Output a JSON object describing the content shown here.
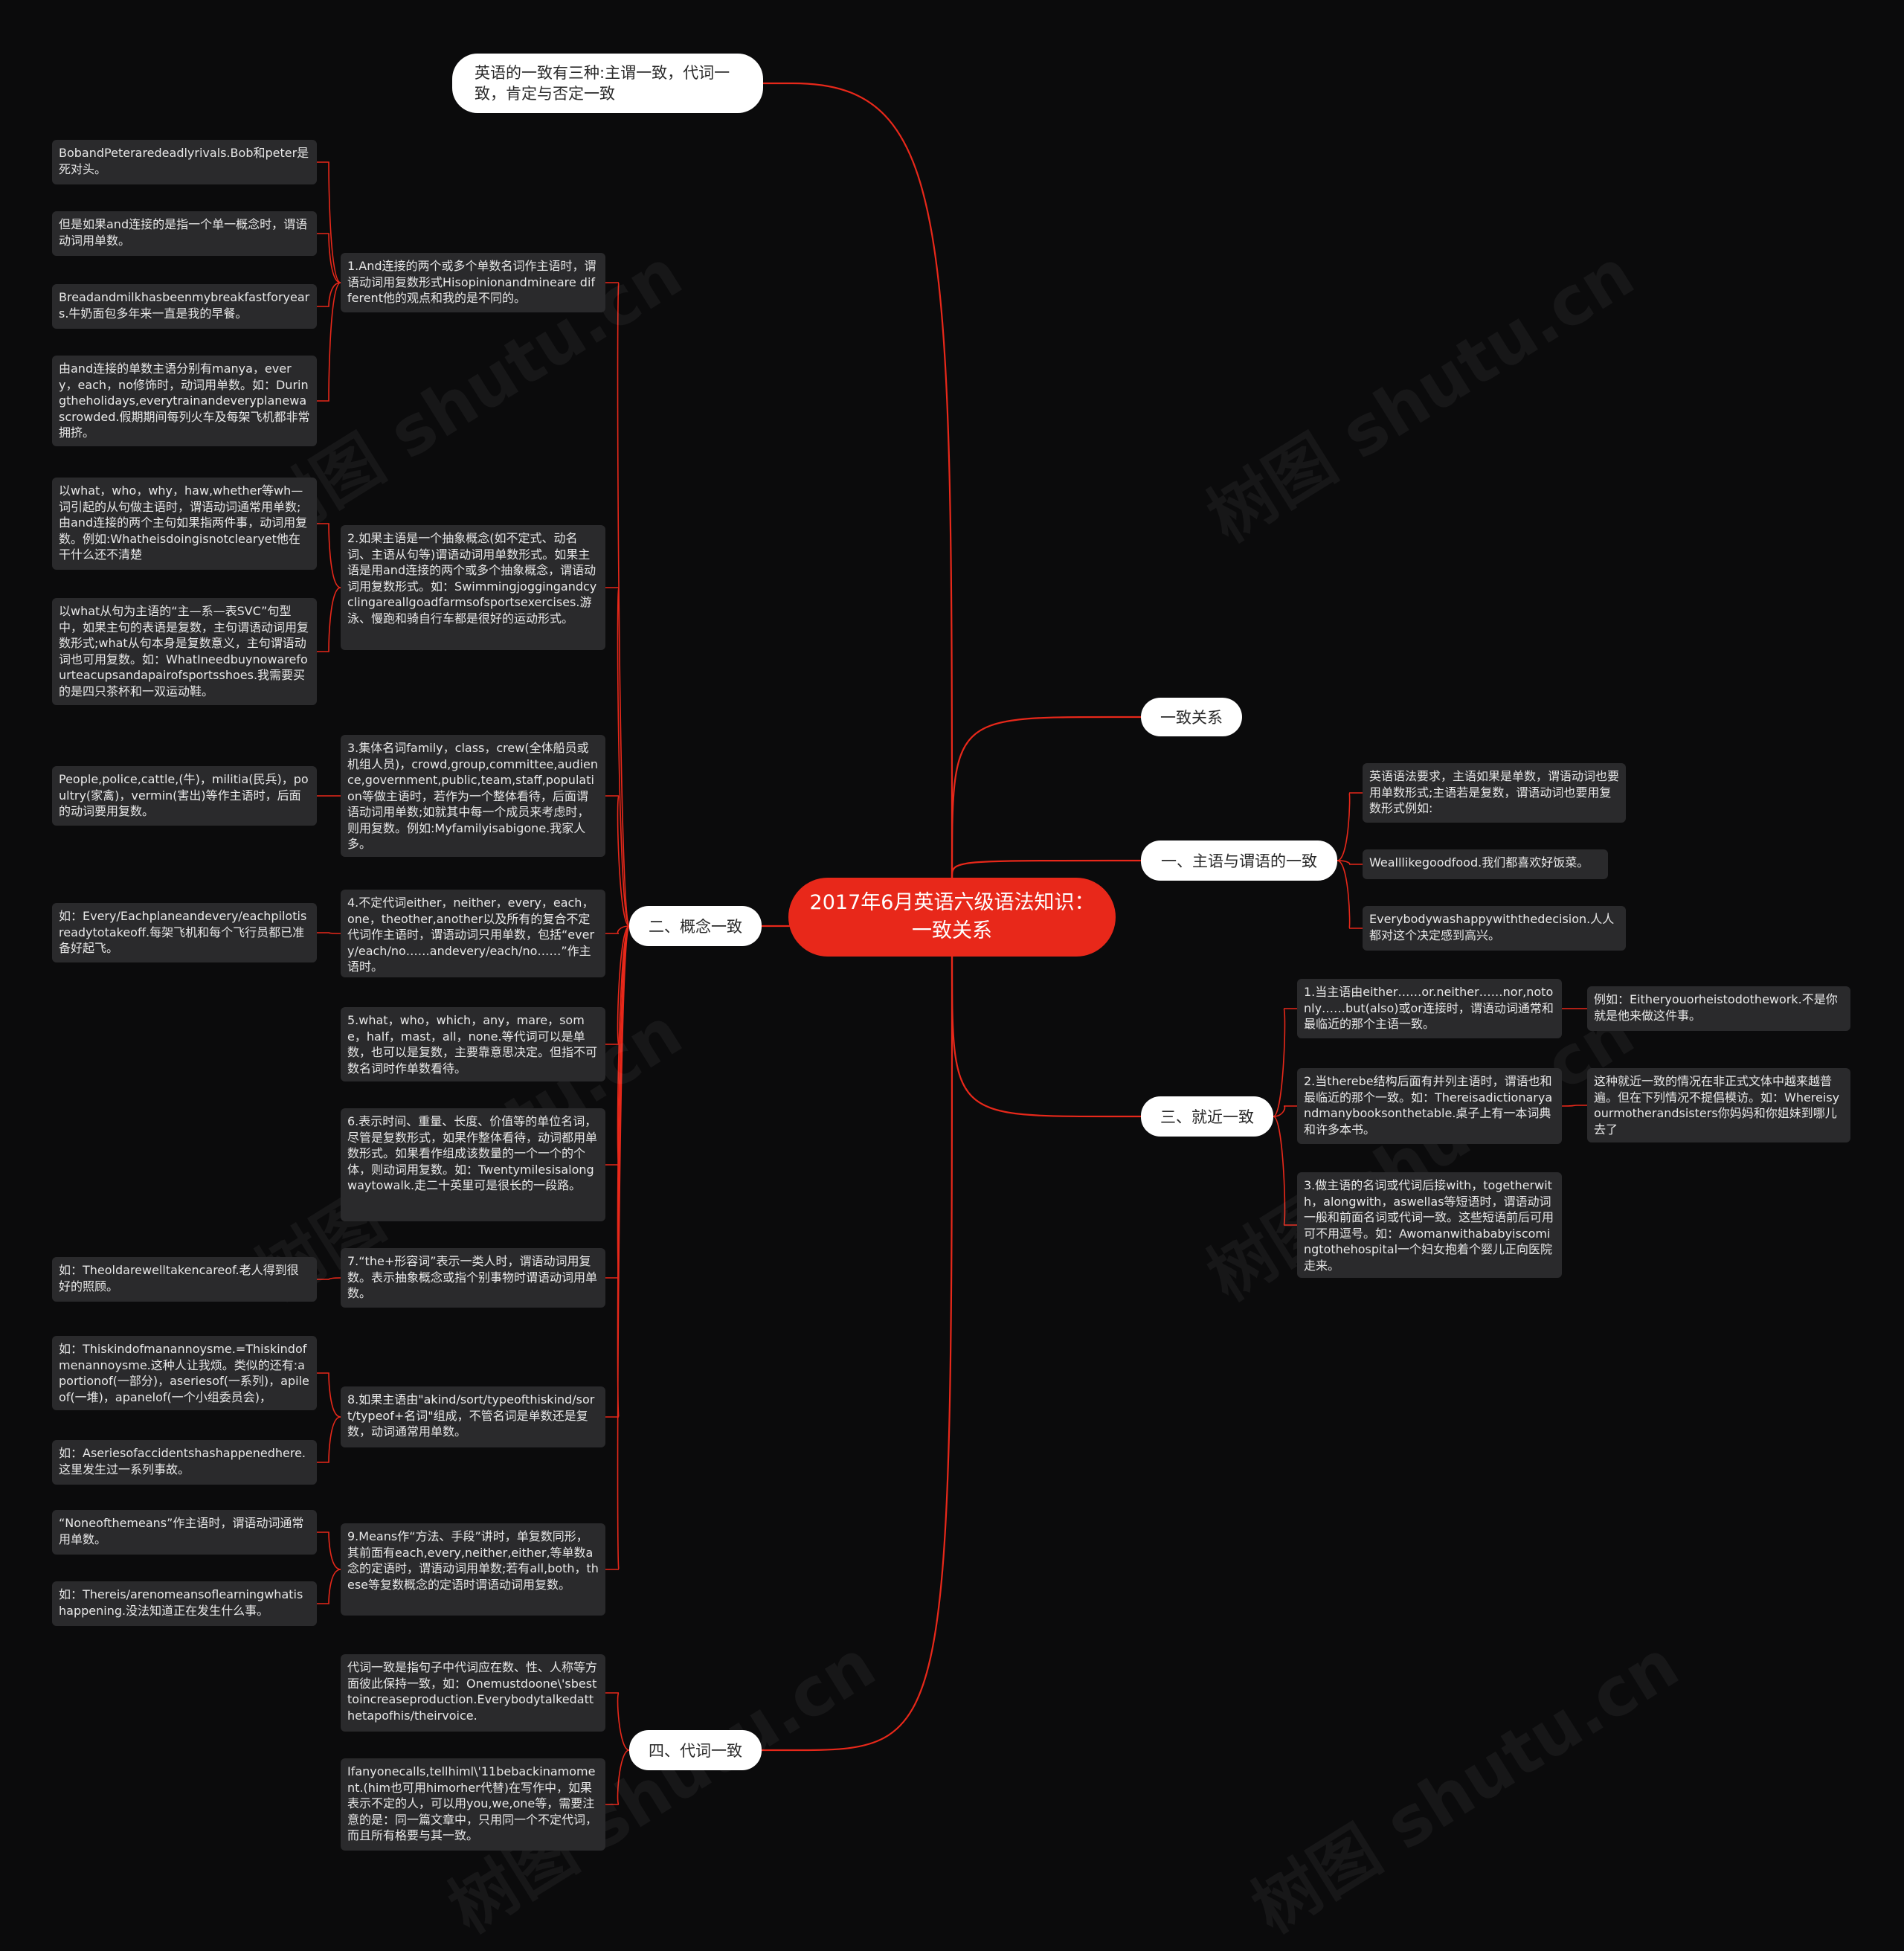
{
  "root": "2017年6月英语六级语法知识：一致关系",
  "topics": {
    "intro": "英语的一致有三种:主谓一致，代词一致，肯定与否定一致",
    "yizhi": "一致关系",
    "zhuwei": "一、主语与谓语的一致",
    "gainian": "二、概念一致",
    "jiujin": "三、就近一致",
    "daici": "四、代词一致"
  },
  "zhuwei_items": [
    "英语语法要求，主语如果是单数，谓语动词也要用单数形式;主语若是复数，谓语动词也要用复数形式例如:",
    "Wealllikegoodfood.我们都喜欢好饭菜。",
    "Everybodywashappywiththedecision.人人都对这个决定感到高兴。"
  ],
  "jiujin_items": [
    "1.当主语由either……or.neither……nor,notonly……but(also)或or连接时，谓语动词通常和最临近的那个主语一致。",
    "2.当therebe结构后面有并列主语时，谓语也和最临近的那个一致。如：Thereisadictionaryandmanybooksonthetable.桌子上有一本词典和许多本书。",
    "3.做主语的名词或代词后接with，togetherwith，alongwith，aswellas等短语时，谓语动词一般和前面名词或代词一致。这些短语前后可用可不用逗号。如：Awomanwithababyiscomingtothehospital一个妇女抱着个婴儿正向医院走来。"
  ],
  "jiujin_notes": [
    "例如：Eitheryouorheistodothework.不是你就是他来做这件事。",
    "这种就近一致的情况在非正式文体中越来越普遍。但在下列情况不提倡模访。如：Whereisyourmotherandsisters你妈妈和你姐妹到哪儿去了"
  ],
  "gainian_items": [
    "1.And连接的两个或多个单数名词作主语时，谓语动词用复数形式Hisopinionandmineare different他的观点和我的是不同的。",
    "2.如果主语是一个抽象概念(如不定式、动名词、主语从句等)谓语动词用单数形式。如果主语是用and连接的两个或多个抽象概念，谓语动词用复数形式。如：Swimmingjoggingandcyclingareallgoadfarmsofsportsexercises.游泳、慢跑和骑自行车都是很好的运动形式。",
    "3.集体名词family，class，crew(全体船员或机组人员)，crowd,group,committee,audience,government,public,team,staff,population等做主语时，若作为一个整体看待，后面谓语动词用单数;如就其中每一个成员来考虑时，则用复数。例如:Myfamilyisabigone.我家人多。",
    "4.不定代词either，neither，every，each，one，theother,another以及所有的复合不定代词作主语时，谓语动词只用单数，包括“every/each/no……andevery/each/no……”作主语时。",
    "5.what，who，which，any，mare，some，half，mast，all，none.等代词可以是单数，也可以是复数，主要靠意思决定。但指不可数名词时作单数看待。",
    "6.表示时间、重量、长度、价值等的单位名词，尽管是复数形式，如果作整体看待，动词都用单数形式。如果看作组成该数量的一个一个的个体，则动词用复数。如：Twentymilesisalongwaytowalk.走二十英里可是很长的一段路。",
    "7.“the+形容词”表示一类人时，谓语动词用复数。表示抽象概念或指个别事物时谓语动词用单数。",
    "8.如果主语由\"akind/sort/typeofthiskind/sort/typeof+名词\"组成，不管名词是单数还是复数，动词通常用单数。",
    "9.Means作“方法、手段”讲时，单复数同形，其前面有each,every,neither,either,等单数a念的定语时，谓语动词用单数;若有all,both，these等复数概念的定语时谓语动词用复数。"
  ],
  "gainian_notes": [
    "BobandPeteraredeadlyrivals.Bob和peter是死对头。",
    "但是如果and连接的是指一个单一概念时，谓语动词用单数。",
    "Breadandmilkhasbeenmybreakfastforyears.牛奶面包多年来一直是我的早餐。",
    "由and连接的单数主语分别有manya，every，each，no修饰时，动词用单数。如：Duringtheholidays,everytrainandeveryplanewascrowded.假期期间每列火车及每架飞机都非常拥挤。",
    "以what，who，why，haw,whether等wh—词引起的从句做主语时，谓语动词通常用单数;由and连接的两个主句如果指两件事，动词用复数。例如:Whatheisdoingisnotclearyet他在干什么还不清楚",
    "以what从句为主语的“主—系—表SVC”句型中，如果主句的表语是复数，主句谓语动词用复数形式;what从句本身是复数意义，主句谓语动词也可用复数。如：WhatIneedbuynowarefourteacupsandapairofsportsshoes.我需要买的是四只茶杯和一双运动鞋。",
    "People,police,cattle,(牛)，militia(民兵)，poultry(家禽)，vermin(害出)等作主语时，后面的动词要用复数。",
    "如：Every/Eachplaneandevery/eachpilotisreadytotakeoff.每架飞机和每个飞行员都已准备好起飞。",
    "如：Theoldarewelltakencareof.老人得到很好的照顾。",
    "如：Thiskindofmanannoysme.=Thiskindofmenannoysme.这种人让我烦。类似的还有:aportionof(一部分)，aseriesof(一系列)，apileof(一堆)，apanelof(一个小组委员会)，",
    "如：Aseriesofaccidentshashappenedhere.这里发生过一系列事故。",
    "“Noneofthemeans”作主语时，谓语动词通常用单数。",
    "如：Thereis/arenomeansoflearningwhatishappening.没法知道正在发生什么事。"
  ],
  "daici_items": [
    "代词一致是指句子中代词应在数、性、人称等方面彼此保持一致，如：Onemustdoone\\'sbesttoincreaseproduction.Everybodytalkedatthetapofhis/theirvoice.",
    "Ifanyonecalls,tellhiml\\'11bebackinamoment.(him也可用himorher代替)在写作中，如果表示不定的人，可以用you,we,one等，需要注意的是：同一篇文章中，只用同一个不定代词，而且所有格要与其一致。"
  ],
  "watermark": "树图 shutu.cn",
  "colors": {
    "background": "#0b0b0c",
    "root": "#e8281a",
    "link": "#e8281a",
    "card": "#2a2a2c",
    "pill": "#ffffff"
  }
}
